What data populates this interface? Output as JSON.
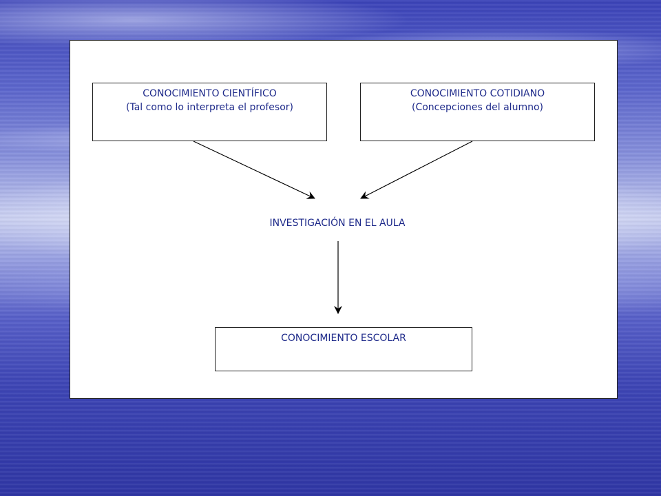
{
  "diagram": {
    "nodes": {
      "scientific": {
        "title": "CONOCIMIENTO CIENTÍFICO",
        "subtitle": "(Tal como lo interpreta el profesor)"
      },
      "everyday": {
        "title": "CONOCIMIENTO COTIDIANO",
        "subtitle": "(Concepciones del alumno)"
      },
      "classroom": {
        "title": "INVESTIGACIÓN EN EL AULA"
      },
      "school": {
        "title": "CONOCIMIENTO ESCOLAR"
      }
    },
    "edges": [
      {
        "from": "scientific",
        "to": "classroom"
      },
      {
        "from": "everyday",
        "to": "classroom"
      },
      {
        "from": "classroom",
        "to": "school"
      }
    ],
    "colors": {
      "text": "#1e2a8a",
      "border": "#202020",
      "arrow": "#000000",
      "panel": "#ffffff"
    }
  }
}
